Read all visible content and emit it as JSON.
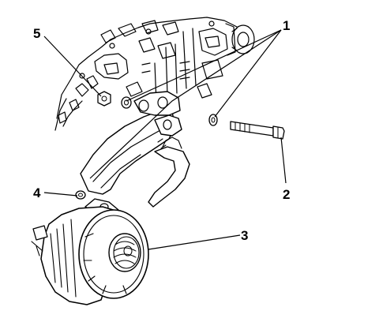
{
  "callouts": [
    {
      "id": "1",
      "label": "1"
    },
    {
      "id": "2",
      "label": "2"
    },
    {
      "id": "3",
      "label": "3"
    },
    {
      "id": "4",
      "label": "4"
    },
    {
      "id": "5",
      "label": "5"
    }
  ],
  "colors": {
    "ink": "#000000",
    "background": "#ffffff"
  }
}
